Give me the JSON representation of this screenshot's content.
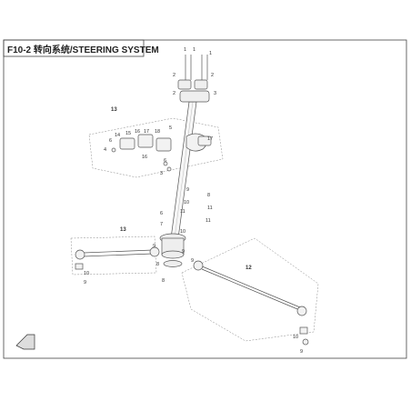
{
  "header": {
    "code": "F10-2",
    "title_cn": "转向系统",
    "title_en": "/STEERING SYSTEM"
  },
  "callouts": {
    "c1": "1",
    "c2": "2",
    "c3": "3",
    "c4": "4",
    "c5": "5",
    "c6": "6",
    "c7": "7",
    "c8": "8",
    "c9": "9",
    "c10": "10",
    "c11": "11",
    "c12": "12",
    "c13": "13",
    "c14": "14",
    "c15": "15",
    "c16": "16",
    "c17": "17",
    "c18": "18"
  },
  "colors": {
    "line": "#555555",
    "frame": "#444444",
    "fill": "#f2f2f2",
    "text": "#222222"
  }
}
